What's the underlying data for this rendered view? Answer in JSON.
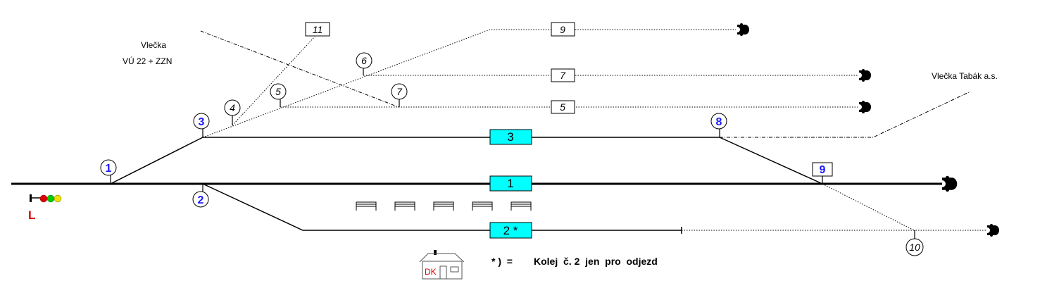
{
  "diagram": {
    "siding_left": {
      "line1": "Vlečka",
      "line2": "VÚ  22  +  ZZN"
    },
    "siding_right": "Vlečka  Tabák  a.s.",
    "signal": {
      "label": "L",
      "lights": [
        "#e00000",
        "#00cc00",
        "#f0e000"
      ]
    },
    "switches": {
      "s1": "1",
      "s2": "2",
      "s3": "3",
      "s4": "4",
      "s5": "5",
      "s6": "6",
      "s7": "7",
      "s8": "8",
      "s9": "9",
      "s10": "10",
      "s11": "11"
    },
    "tracks": {
      "t1": "1",
      "t2": "2 *",
      "t3": "3",
      "t5": "5",
      "t7": "7",
      "t9": "9"
    },
    "building": {
      "label": "DK"
    },
    "note": {
      "symbol": "* )  =",
      "text": "Kolej  č. 2  jen  pro  odjezd"
    },
    "colors": {
      "track_box": "#00ffff",
      "switch_number": "#1a1aff",
      "signal_label": "#e00000",
      "building_label": "#e00000"
    }
  }
}
